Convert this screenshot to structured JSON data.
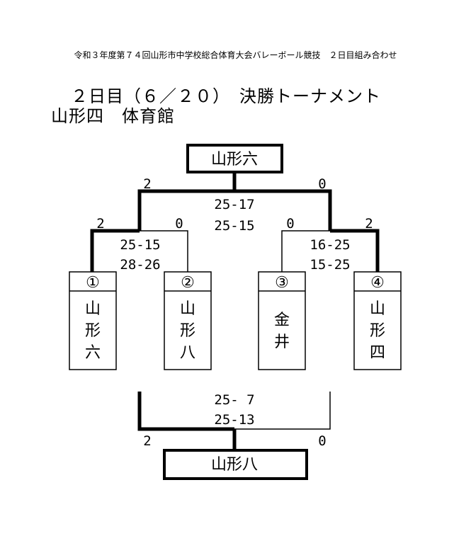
{
  "header": {
    "title": "令和３年度第７４回山形市中学校総合体育大会バレーボール競技　２日目組み合わせ"
  },
  "round": {
    "title": "２日目（６／２０）　決勝トーナメント",
    "venue": "山形四　体育館"
  },
  "champion": {
    "name": "山形六"
  },
  "third_place": {
    "name": "山形八"
  },
  "teams": [
    {
      "seed": "①",
      "name_chars": [
        "山",
        "形",
        "六"
      ]
    },
    {
      "seed": "②",
      "name_chars": [
        "山",
        "形",
        "八"
      ]
    },
    {
      "seed": "③",
      "name_chars": [
        "金",
        "井"
      ]
    },
    {
      "seed": "④",
      "name_chars": [
        "山",
        "形",
        "四"
      ]
    }
  ],
  "semifinal_1": {
    "left_score": "2",
    "right_score": "0",
    "sets": [
      "25-15",
      "28-26"
    ]
  },
  "semifinal_2": {
    "left_score": "0",
    "right_score": "2",
    "sets": [
      "16-25",
      "15-25"
    ]
  },
  "final": {
    "left_score": "2",
    "right_score": "0",
    "sets": [
      "25-17",
      "25-15"
    ]
  },
  "third_place_match": {
    "left_score": "2",
    "right_score": "0",
    "sets": [
      "25- 7",
      "25-13"
    ]
  }
}
